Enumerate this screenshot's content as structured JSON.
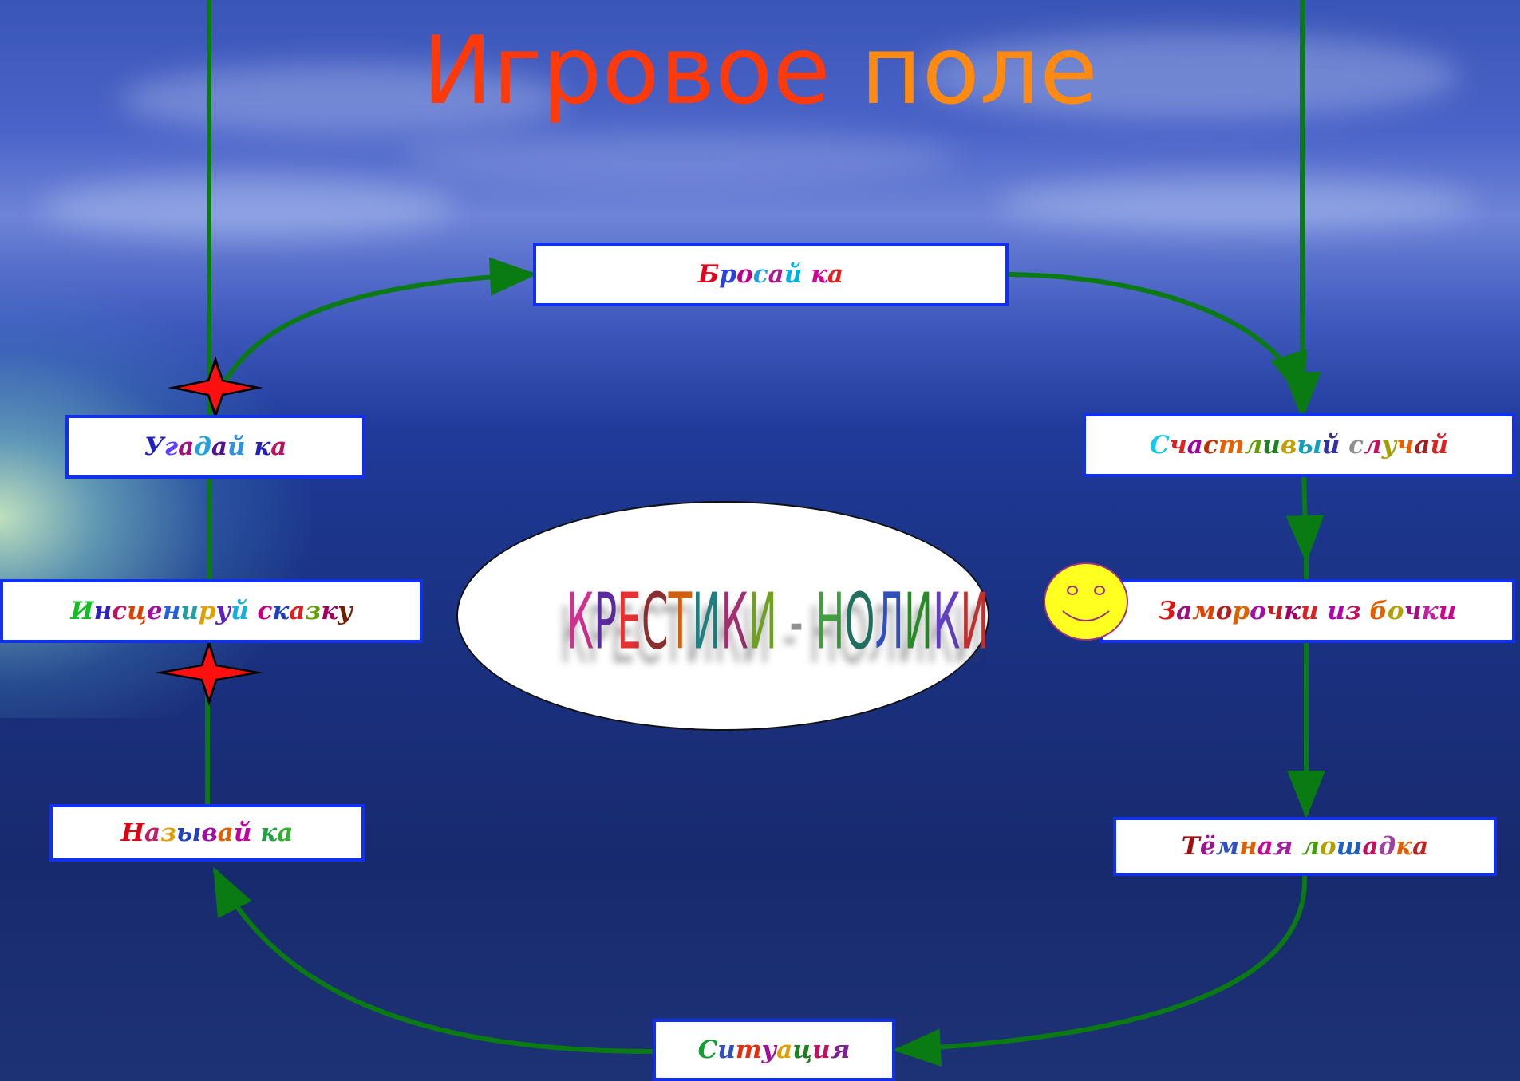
{
  "title": {
    "part1": "Игровое",
    "part2": "поле"
  },
  "center": {
    "text": "КРЕСТИКИ - НОЛИКИ",
    "colors": [
      "#d03090",
      "#5a2aa0",
      "#e83030",
      "#8a3030",
      "#d06010",
      "#208080",
      "#a03070",
      "#70a020",
      "#c02060",
      "#909090",
      "#b0b010",
      "#40a040",
      "#207060",
      "#3050c0",
      "#2a8a2a",
      "#6040c0",
      "#c03030",
      "#a030a0"
    ]
  },
  "nodes": [
    {
      "id": "brosay-ka",
      "text": "Бросай ка",
      "colors": [
        "#e8001a",
        "#2a40e0",
        "#b8008a",
        "#20a0e0",
        "#b01890",
        "#00b0e0",
        "#ffffff",
        "#d00090",
        "#e02020"
      ]
    },
    {
      "id": "ugaday-ka",
      "text": "Угадай ка",
      "colors": [
        "#2020c0",
        "#6040ff",
        "#a01080",
        "#20a0e0",
        "#501090",
        "#3090e0",
        "#ffffff",
        "#2020c0",
        "#c01060"
      ]
    },
    {
      "id": "schastlivy-sluchay",
      "text": "Счастливый случай",
      "colors": [
        "#18c8e8",
        "#e02020",
        "#a000a0",
        "#c03000",
        "#e86000",
        "#60a000",
        "#208020",
        "#c0a000",
        "#10a0c0",
        "#3030a0",
        "#ffffff",
        "#909090",
        "#c01060",
        "#a0a000",
        "#e86000",
        "#a02020",
        "#e02020"
      ]
    },
    {
      "id": "inscenirui-skazku",
      "text": "Инсценируй сказку",
      "colors": [
        "#10c020",
        "#3020c0",
        "#c01060",
        "#e04000",
        "#a010a0",
        "#2060e0",
        "#20a0a0",
        "#e0a000",
        "#6020c0",
        "#10b0e0",
        "#ffffff",
        "#c00080",
        "#2040c0",
        "#e02020",
        "#60a000",
        "#a00060",
        "#702000"
      ]
    },
    {
      "id": "zamorochki-iz-bochki",
      "text": "Заморочки из бочки",
      "colors": [
        "#e01010",
        "#a01080",
        "#e04000",
        "#b02020",
        "#e06000",
        "#a010a0",
        "#c02020",
        "#a00060",
        "#e02020",
        "#ffffff",
        "#b000b0",
        "#c01060",
        "#ffffff",
        "#e06000",
        "#b0a000",
        "#a01080",
        "#c020a0",
        "#d00090"
      ]
    },
    {
      "id": "nazyvay-ka",
      "text": "Называй ка",
      "colors": [
        "#e00010",
        "#c02060",
        "#e0a000",
        "#2040c0",
        "#a010a0",
        "#e06000",
        "#c000a0",
        "#ffffff",
        "#20a040",
        "#30b030"
      ]
    },
    {
      "id": "temnaya-loshadka",
      "text": "Тёмная лошадка",
      "colors": [
        "#a01010",
        "#a01090",
        "#3050c0",
        "#e06000",
        "#d00090",
        "#a020a0",
        "#ffffff",
        "#40a000",
        "#b0a000",
        "#2060c0",
        "#c01060",
        "#a040a0",
        "#e06000",
        "#c02020"
      ]
    },
    {
      "id": "situaciya",
      "text": "Ситуация",
      "colors": [
        "#10a030",
        "#3050c0",
        "#e03010",
        "#a010a0",
        "#e0a000",
        "#208020",
        "#c01060",
        "#802090"
      ]
    }
  ]
}
